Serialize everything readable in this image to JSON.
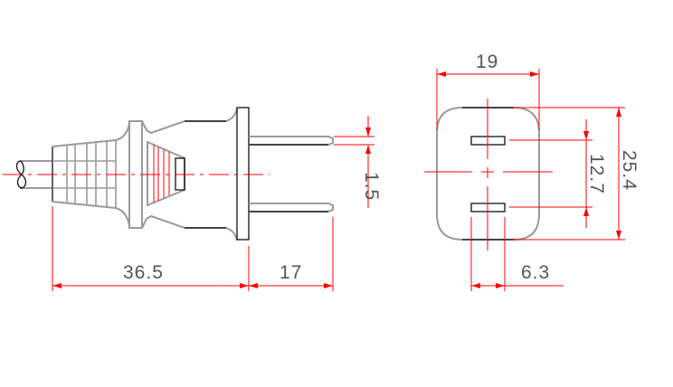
{
  "colors": {
    "dimension": "#ff0000",
    "outline": "#111111",
    "part_lines": "#9a9a9a",
    "text": "#555555"
  },
  "side_view": {
    "dimensions": {
      "pin_thickness": "1.5",
      "body_length": "36.5",
      "pin_length": "17"
    }
  },
  "front_view": {
    "dimensions": {
      "width": "19",
      "height": "25.4",
      "pin_spacing": "12.7",
      "pin_width": "6.3"
    }
  }
}
